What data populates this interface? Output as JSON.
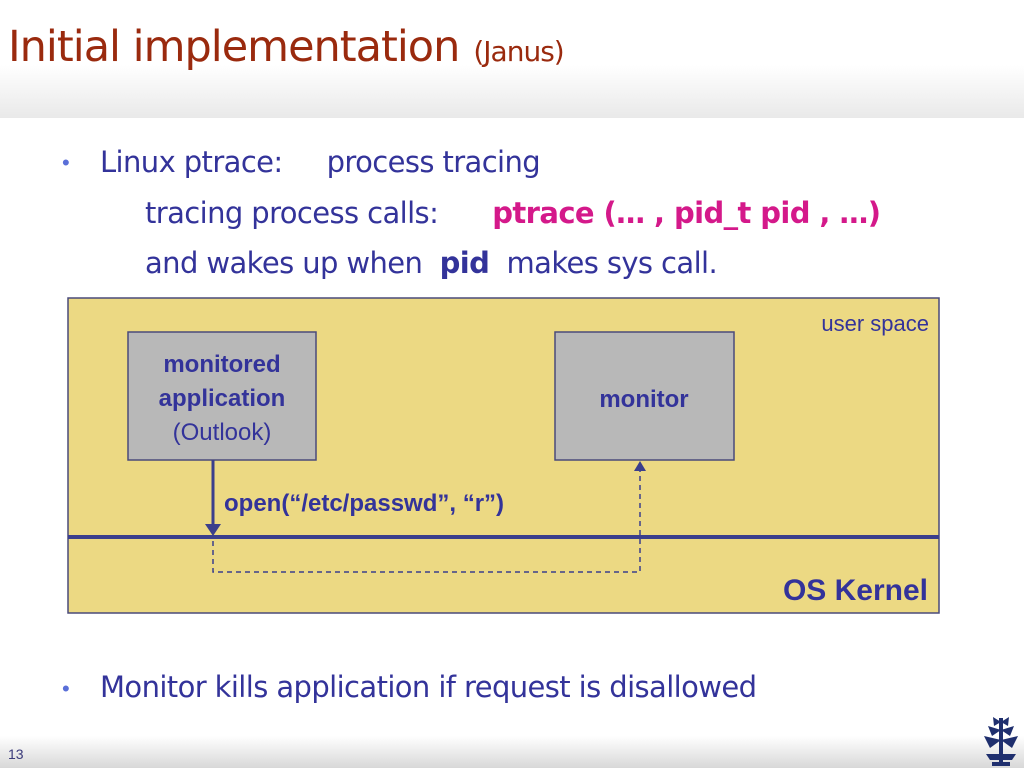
{
  "slide": {
    "title": "Initial implementation",
    "title_suffix": "(Janus)",
    "bullet1": {
      "line1_a": "Linux ptrace:",
      "line1_b": "process tracing",
      "line2_a": "tracing process calls:",
      "line2_code": "ptrace (… ,  pid_t  pid ,  …)",
      "line3_a": "and wakes up when",
      "line3_pid": "pid",
      "line3_b": "makes sys call."
    },
    "diagram": {
      "user_space_label": "user space",
      "app_box_line1": "monitored",
      "app_box_line2": "application",
      "app_box_line3": "(Outlook)",
      "monitor_box": "monitor",
      "syscall_label": "open(“/etc/passwd”,  “r”)",
      "kernel_label": "OS Kernel"
    },
    "bullet2": "Monitor kills application if request is disallowed",
    "page_number": "13"
  },
  "colors": {
    "title": "#9a2a0e",
    "body_text": "#33339a",
    "highlight": "#d4198a",
    "panel_fill": "#ecd983",
    "box_fill": "#b8b8b8",
    "divider": "#3b3f8c"
  }
}
